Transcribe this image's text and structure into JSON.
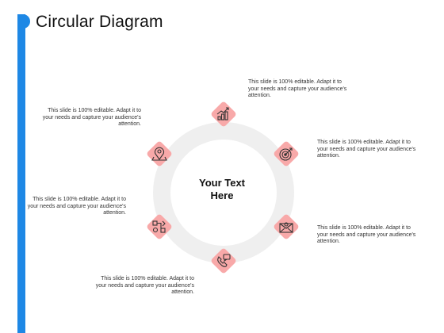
{
  "slide": {
    "title": "Circular Diagram",
    "center_label_line1": "Your Text",
    "center_label_line2": "Here"
  },
  "colors": {
    "accent": "#1e88e5",
    "ring": "#efefef",
    "node_fill": "#f8a9a9",
    "icon_stroke": "#333333"
  },
  "items": [
    {
      "icon": "growth-chart-icon",
      "caption": "This slide is 100% editable. Adapt it to your needs and capture your audience's attention."
    },
    {
      "icon": "target-icon",
      "caption": "This slide is 100% editable. Adapt it to your needs and capture your audience's attention."
    },
    {
      "icon": "mail-icon",
      "caption": "This slide is 100% editable. Adapt it to your needs and capture your audience's attention."
    },
    {
      "icon": "phone-chat-icon",
      "caption": "This slide is 100% editable. Adapt it to your needs and capture your audience's attention."
    },
    {
      "icon": "workflow-icon",
      "caption": "This slide is 100% editable. Adapt it to your needs and capture your audience's attention."
    },
    {
      "icon": "location-pin-icon",
      "caption": "This slide is 100% editable. Adapt it to your needs and capture your audience's attention."
    }
  ]
}
